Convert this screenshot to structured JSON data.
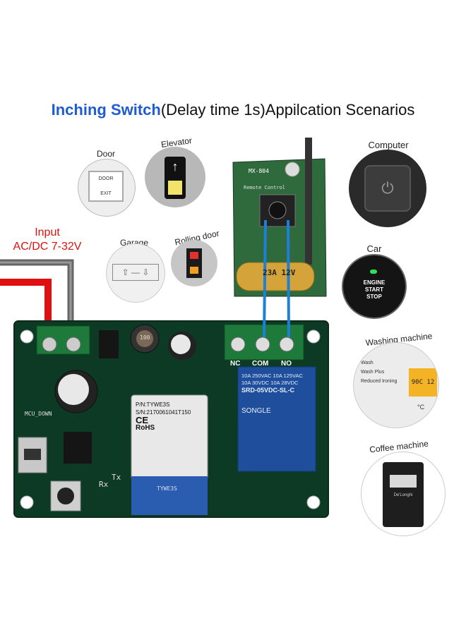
{
  "title": {
    "highlight": "Inching Switch",
    "rest": "(Delay time 1s)Appilcation Scenarios"
  },
  "input": {
    "line1": "Input",
    "line2": "AC/DC 7-32V"
  },
  "scenarios": {
    "door": {
      "label": "Door",
      "sign_top": "DOOR",
      "sign_bottom": "EXIT"
    },
    "elevator": {
      "label": "Elevator"
    },
    "garage": {
      "label": "Garage"
    },
    "rolling_door": {
      "label": "Rolling door"
    },
    "computer": {
      "label": "Computer"
    },
    "car": {
      "label": "Car",
      "button_line1": "ENGINE",
      "button_line2": "START",
      "button_line3": "STOP"
    },
    "washing_machine": {
      "label": "Washing machine",
      "item1": "Wash",
      "item2": "Wash Plus",
      "item3": "Reduced Ironing",
      "display": "90C 12",
      "unit": "°C"
    },
    "coffee_machine": {
      "label": "Coffee machine",
      "brand": "De'Longhi"
    }
  },
  "remote": {
    "model": "MX-804",
    "board_text": "Remote Control",
    "battery": "23A 12V"
  },
  "board": {
    "terminals": {
      "nc": "NC",
      "com": "COM",
      "no": "NO"
    },
    "module_pn": "P/N:TYWE3S",
    "module_sn": "S/N:2170061041T150",
    "module_ce": "CE",
    "module_rohs": "RoHS",
    "module_label": "TYWE3S",
    "relay_line1": "10A 250VAC  10A 125VAC",
    "relay_line2": "10A 30VDC  10A 28VDC",
    "relay_model": "SRD-05VDC-SL-C",
    "relay_brand": "SONGLE",
    "mcu_label": "MCU_DOWN",
    "rx_label": "Rx",
    "tx_label": "Tx",
    "inductor": "100"
  },
  "colors": {
    "title_blue": "#1f5bd1",
    "pcb_green": "#0d3a24",
    "relay_blue": "#1f4f9c",
    "wire_red": "#e01010",
    "input_red": "#d11111"
  }
}
